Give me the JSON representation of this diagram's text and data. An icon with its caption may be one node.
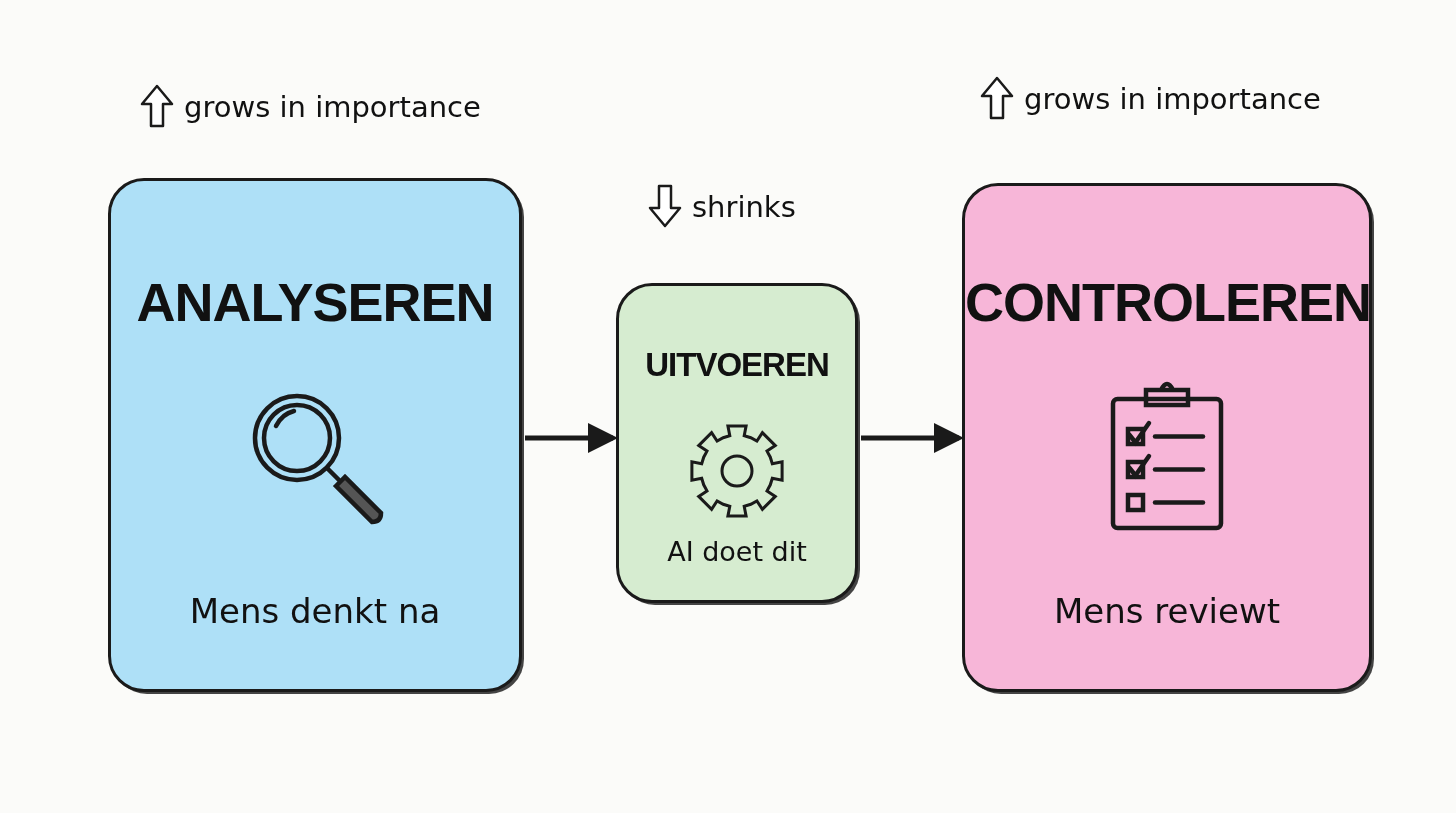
{
  "diagram": {
    "nodes": [
      {
        "text": [
          "ANALYSEREN",
          "Mens denkt na"
        ],
        "beside": [
          "grows in importance"
        ]
      },
      {
        "text": [
          "UITVOEREN",
          "AI doet dit"
        ],
        "beside": [
          "shrinks"
        ]
      },
      {
        "text": [
          "CONTROLEREN",
          "Mens reviewt"
        ],
        "beside": [
          "grows in importance"
        ]
      }
    ],
    "edges": [
      {
        "from": 0,
        "to": 1,
        "arrow": "to"
      },
      {
        "from": 1,
        "to": 2,
        "arrow": "to"
      }
    ]
  }
}
